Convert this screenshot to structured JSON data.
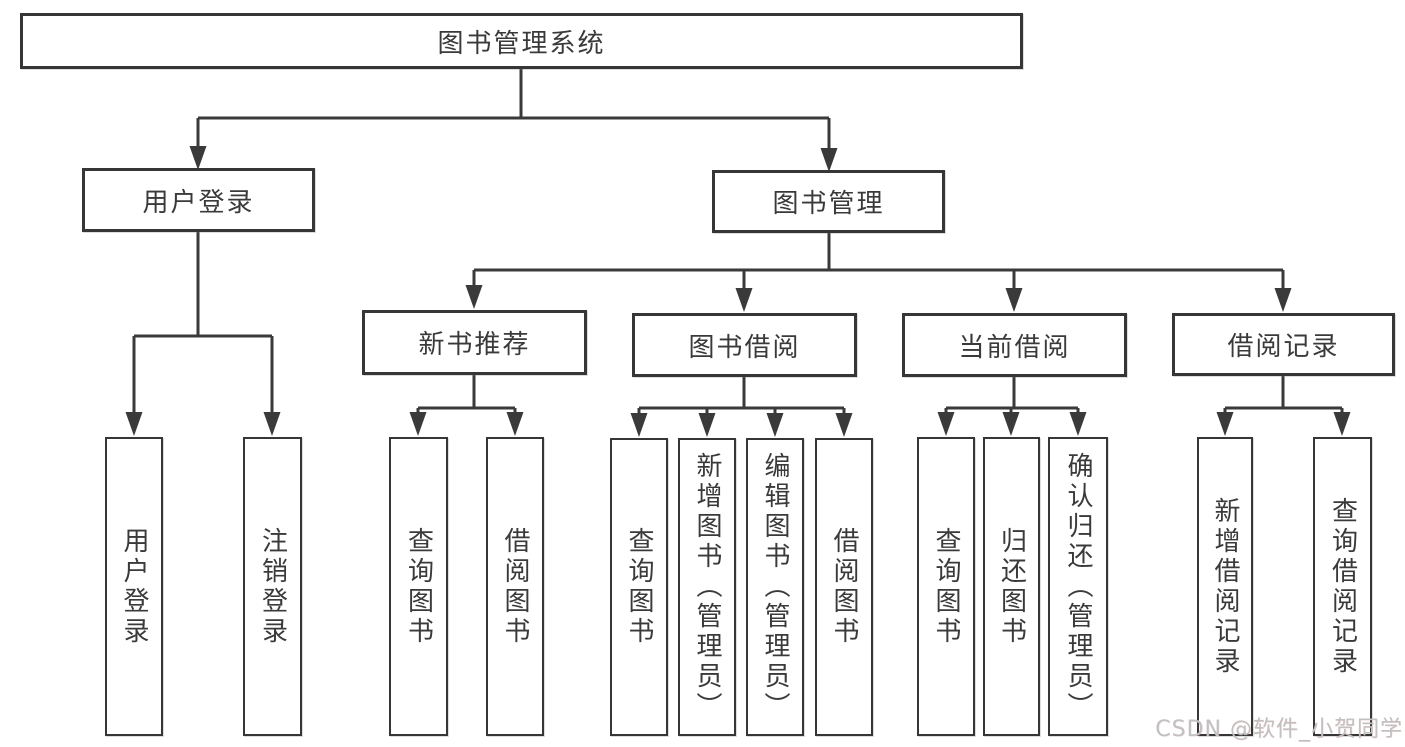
{
  "colors": {
    "line": "#3a3a3a",
    "box_border": "#363636",
    "text": "#3a3a3a",
    "watermark": "#c2c0c0",
    "background": "#ffffff"
  },
  "watermark": {
    "text": "CSDN @软件_小贺同学"
  },
  "diagram": {
    "root": {
      "label": "图书管理系统"
    },
    "branches": [
      {
        "label": "用户登录",
        "children": [
          {
            "label": "用户登录"
          },
          {
            "label": "注销登录"
          }
        ]
      },
      {
        "label": "图书管理",
        "children": [
          {
            "label": "新书推荐",
            "children": [
              {
                "label": "查询图书"
              },
              {
                "label": "借阅图书"
              }
            ]
          },
          {
            "label": "图书借阅",
            "children": [
              {
                "label": "查询图书"
              },
              {
                "label": "新增图书（管理员）"
              },
              {
                "label": "编辑图书（管理员）"
              },
              {
                "label": "借阅图书"
              }
            ]
          },
          {
            "label": "当前借阅",
            "children": [
              {
                "label": "查询图书"
              },
              {
                "label": "归还图书"
              },
              {
                "label": "确认归还（管理员）"
              }
            ]
          },
          {
            "label": "借阅记录",
            "children": [
              {
                "label": "新增借阅记录"
              },
              {
                "label": "查询借阅记录"
              }
            ]
          }
        ]
      }
    ]
  }
}
